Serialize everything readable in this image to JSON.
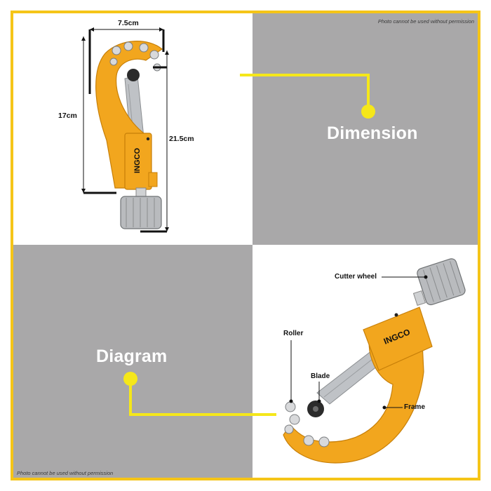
{
  "notice": {
    "top": "Photo cannot be used without permission",
    "bottom": "Photo cannot be used without permission"
  },
  "sections": {
    "dimension": "Dimension",
    "diagram": "Diagram"
  },
  "dimensions": {
    "width": "7.5cm",
    "height": "17cm",
    "length": "21.5cm"
  },
  "parts": {
    "cutter_wheel": "Cutter wheel",
    "roller": "Roller",
    "blade": "Blade",
    "frame": "Frame"
  },
  "brand": "INGCO",
  "colors": {
    "accent_yellow": "#f5c518",
    "tool_orange": "#f2a61e",
    "panel_gray": "#a9a8a9"
  }
}
